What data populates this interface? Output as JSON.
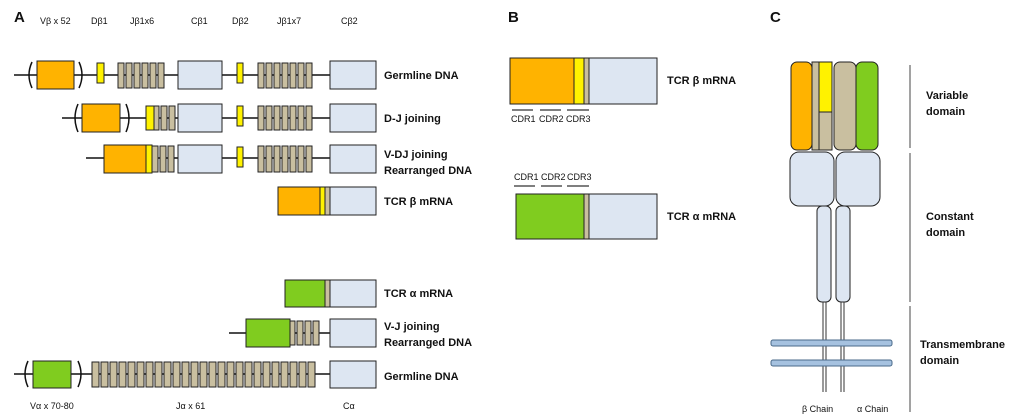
{
  "colors": {
    "v_beta": "#FFB300",
    "d_segment": "#FFF200",
    "j_segment": "#C9BFA0",
    "constant": "#DDE6F2",
    "v_alpha": "#80CC1F",
    "membrane": "#A6C2E0"
  },
  "panel_a": {
    "letter": "A",
    "beta_segment_labels": [
      "Vβ x 52",
      "Dβ1",
      "Jβ1x6",
      "Cβ1",
      "Dβ2",
      "Jβ1x7",
      "Cβ2"
    ],
    "beta_rows": [
      "Germline DNA",
      "D-J joining",
      "V-DJ joining",
      "Rearranged DNA",
      "TCR β mRNA"
    ],
    "alpha_rows": [
      "TCR α mRNA",
      "V-J joining",
      "Rearranged DNA",
      "Germline DNA"
    ],
    "alpha_segment_labels": [
      "Vα x 70-80",
      "Jα x 61",
      "Cα"
    ]
  },
  "panel_b": {
    "letter": "B",
    "beta_cdrs": [
      "CDR1",
      "CDR2",
      "CDR3"
    ],
    "beta_label": "TCR β mRNA",
    "alpha_cdrs": [
      "CDR1",
      "CDR2",
      "CDR3"
    ],
    "alpha_label": "TCR α mRNA"
  },
  "panel_c": {
    "letter": "C",
    "domains": [
      "Variable",
      "domain",
      "Constant",
      "domain",
      "Transmembrane",
      "domain"
    ],
    "chains": [
      "β Chain",
      "α Chain"
    ]
  }
}
